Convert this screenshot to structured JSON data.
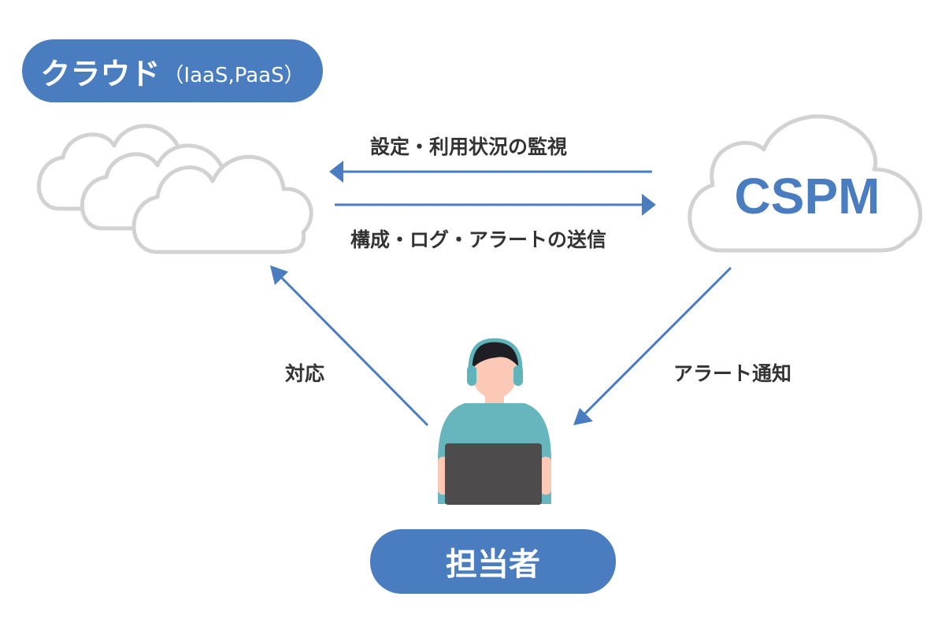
{
  "cloud_pill": {
    "main": "クラウド",
    "sub": "（IaaS,PaaS）"
  },
  "cspm": {
    "label": "CSPM"
  },
  "arrows": {
    "monitor_label": "設定・利用状況の監視",
    "send_label": "構成・ログ・アラートの送信",
    "respond_label": "対応",
    "notify_label": "アラート通知"
  },
  "operator_pill": {
    "label": "担当者"
  },
  "colors": {
    "accent": "#4a7dc0",
    "cloud_outline": "#d2d2d2",
    "text": "#333333",
    "shirt": "#68b6bd",
    "headphones": "#5fb3bb",
    "hair": "#1e1e24",
    "skin": "#fbc9b5",
    "laptop": "#4d4b4b"
  }
}
